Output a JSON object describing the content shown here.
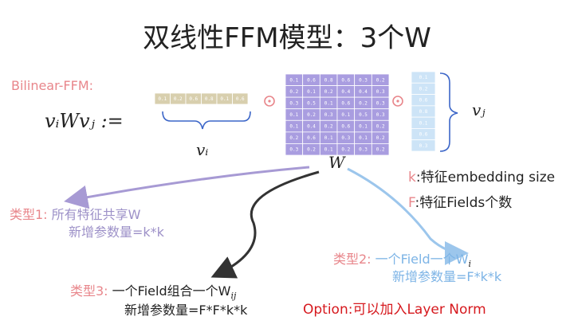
{
  "title": "双线性FFM模型：3个W",
  "bilinear_label": "Bilinear-FFM:",
  "formula": "vᵢWvⱼ :=",
  "vi_label": "vᵢ",
  "vj_label": "vⱼ",
  "w_label": "W",
  "legend": {
    "k_key": "k",
    "k_text": ":特征embedding size",
    "f_key": "F",
    "f_text": ":特征Fields个数"
  },
  "types": {
    "t1_name": "类型1:",
    "t1_desc": "所有特征共享W",
    "t1_params": "新增参数量=k*k",
    "t2_name": "类型2:",
    "t2_desc": "一个Field一个W",
    "t2_sub": "i",
    "t2_params": "新增参数量=F*k*k",
    "t3_name": "类型3:",
    "t3_desc": "一个Field组合一个W",
    "t3_sub": "ij",
    "t3_params": "新增参数量=F*F*k*k"
  },
  "option": "Option:可以加入Layer Norm",
  "colors": {
    "vector_i": "#d8cfae",
    "matrix": "#a99de0",
    "vector_j": "#cde4f7",
    "odot": "#e8868b",
    "brace_blue": "#3c66c8",
    "arrow_purple": "#a79ad4",
    "arrow_blue": "#9cc6ec",
    "arrow_dark": "#333333"
  },
  "vector_i_values": [
    "0.1",
    "0.2",
    "0.6",
    "0.8",
    "0.1",
    "0.6"
  ],
  "matrix_values": [
    [
      "0.1",
      "0.6",
      "0.8",
      "0.6",
      "0.3",
      "0.2"
    ],
    [
      "0.2",
      "0.1",
      "0.2",
      "0.4",
      "0.4",
      "0.3"
    ],
    [
      "0.3",
      "0.5",
      "0.1",
      "0.6",
      "0.2",
      "0.3"
    ],
    [
      "0.1",
      "0.2",
      "0.3",
      "0.1",
      "0.5",
      "0.3"
    ],
    [
      "0.1",
      "0.4",
      "0.2",
      "0.6",
      "0.1",
      "0.2"
    ],
    [
      "0.2",
      "0.6",
      "0.1",
      "0.3",
      "0.1",
      "0.2"
    ],
    [
      "0.3",
      "0.2",
      "0.1",
      "0.2",
      "0.3",
      "0.2"
    ]
  ],
  "vector_j_values": [
    "0.1",
    "0.2",
    "0.6",
    "0.8",
    "0.1",
    "0.6",
    "0.3"
  ]
}
